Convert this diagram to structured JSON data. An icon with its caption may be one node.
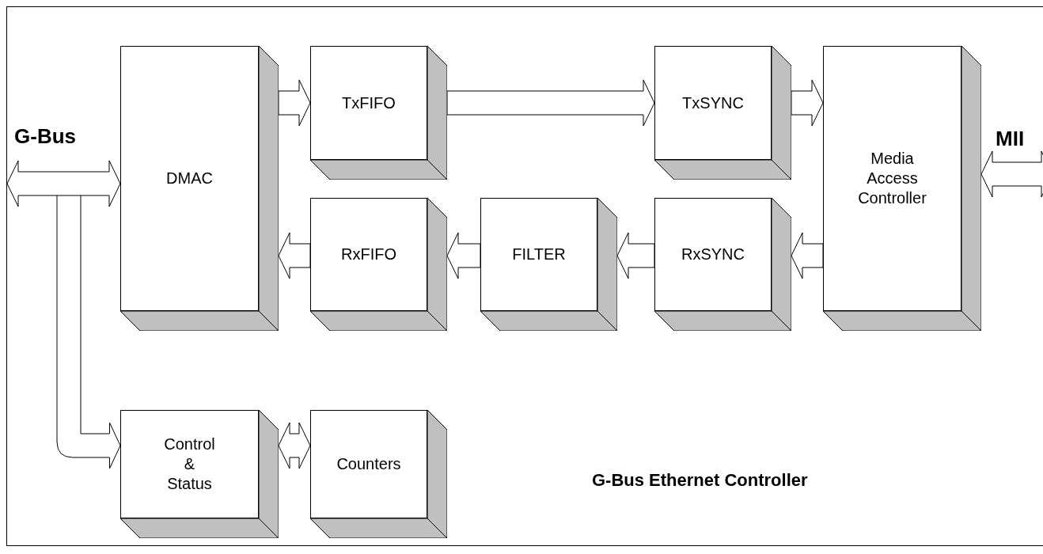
{
  "diagram": {
    "title": "G-Bus Ethernet Controller",
    "nodes": [
      {
        "text": [
          "DMAC"
        ]
      },
      {
        "text": [
          "TxFIFO"
        ]
      },
      {
        "text": [
          "TxSYNC"
        ]
      },
      {
        "text": [
          "Media Access Controller"
        ]
      },
      {
        "text": [
          "RxFIFO"
        ]
      },
      {
        "text": [
          "FILTER"
        ]
      },
      {
        "text": [
          "RxSYNC"
        ]
      },
      {
        "text": [
          "Control & Status"
        ]
      },
      {
        "text": [
          "Counters"
        ]
      }
    ],
    "edges": [
      {
        "from": null,
        "to": 0,
        "arrow": "both"
      },
      {
        "from": null,
        "to": 7,
        "arrow": "to"
      },
      {
        "from": 0,
        "to": 1,
        "arrow": "to"
      },
      {
        "from": 1,
        "to": 2,
        "arrow": "to"
      },
      {
        "from": 2,
        "to": 3,
        "arrow": "to"
      },
      {
        "from": 3,
        "to": 6,
        "arrow": "to"
      },
      {
        "from": 6,
        "to": 5,
        "arrow": "to"
      },
      {
        "from": 5,
        "to": 4,
        "arrow": "to"
      },
      {
        "from": 4,
        "to": 0,
        "arrow": "to"
      },
      {
        "from": 7,
        "to": 8,
        "arrow": "both"
      },
      {
        "from": 3,
        "to": null,
        "arrow": "both"
      }
    ],
    "labels": [
      "G-Bus",
      "MII"
    ]
  }
}
